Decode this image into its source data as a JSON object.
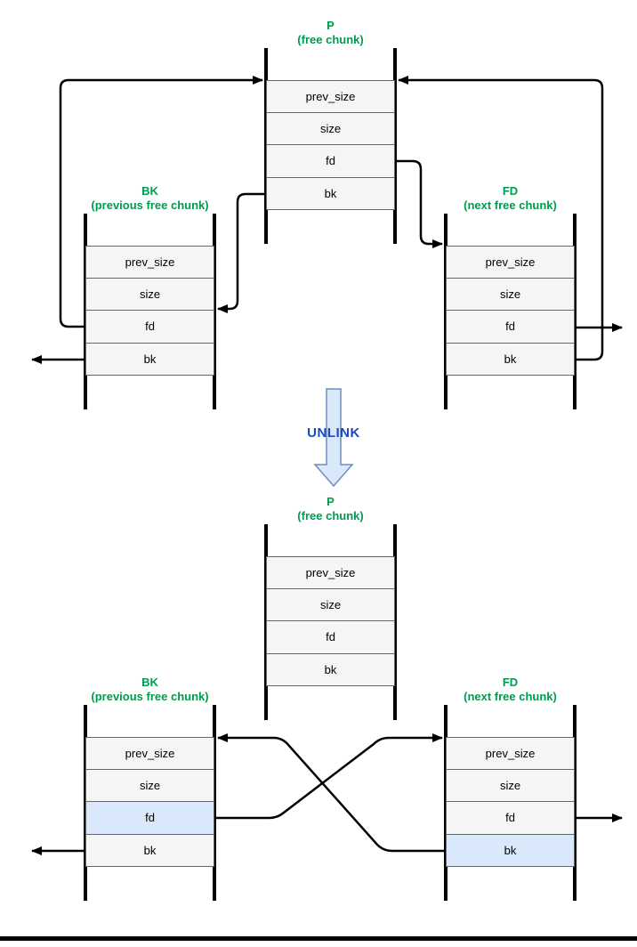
{
  "colors": {
    "green": "#009b4e",
    "row-fill": "#f5f5f5",
    "row-border": "#666666",
    "highlight": "#dae8fc",
    "line": "#000000",
    "unlink-fill": "#dae8fc",
    "unlink-stroke": "#6c8ebf",
    "unlink-text": "#1a49c4"
  },
  "row_labels": [
    "prev_size",
    "size",
    "fd",
    "bk"
  ],
  "unlink": {
    "label": "UNLINK"
  },
  "chunks": {
    "before_p": {
      "name": "P",
      "subtitle": "(free chunk)"
    },
    "before_bk": {
      "name": "BK",
      "subtitle": "(previous free chunk)"
    },
    "before_fd": {
      "name": "FD",
      "subtitle": "(next free chunk)"
    },
    "after_p": {
      "name": "P",
      "subtitle": "(free chunk)"
    },
    "after_bk": {
      "name": "BK",
      "subtitle": "(previous free chunk)"
    },
    "after_fd": {
      "name": "FD",
      "subtitle": "(next free chunk)"
    }
  },
  "pointers": {
    "before": [
      "BK.fd -> P",
      "FD.bk -> P",
      "P.fd -> FD",
      "P.bk -> BK",
      "BK.bk -> out-left",
      "FD.fd -> out-right"
    ],
    "after": [
      "BK.fd -> FD",
      "FD.bk -> BK",
      "BK.bk -> out-left",
      "FD.fd -> out-right"
    ],
    "highlighted_fields_after": [
      "BK.fd",
      "FD.bk"
    ]
  }
}
